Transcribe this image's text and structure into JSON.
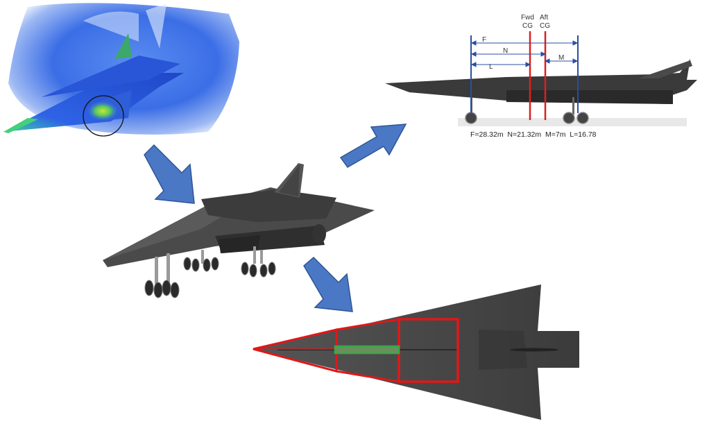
{
  "cg_diagram": {
    "fwd_cg": [
      "Fwd",
      "CG"
    ],
    "aft_cg": [
      "Aft",
      "CG"
    ],
    "dim_labels": {
      "F": "F",
      "N": "N",
      "L": "L",
      "M": "M"
    },
    "dimensions_text": "F=28.32m  N=21.32m  M=7m  L=16.78"
  },
  "colors": {
    "cfd_blue": "#2b5fe0",
    "cfd_hot": "#7cd33a",
    "aircraft_dark": "#3a3a3a",
    "arrow_fill": "#4a78c4",
    "arrow_stroke": "#2f5597",
    "cg_line": "#d92020",
    "dim_line": "#2b4ea0",
    "highlight_red": "#e01818",
    "highlight_green": "#3aa84a"
  },
  "icons": [
    "flow-arrow-icon"
  ]
}
